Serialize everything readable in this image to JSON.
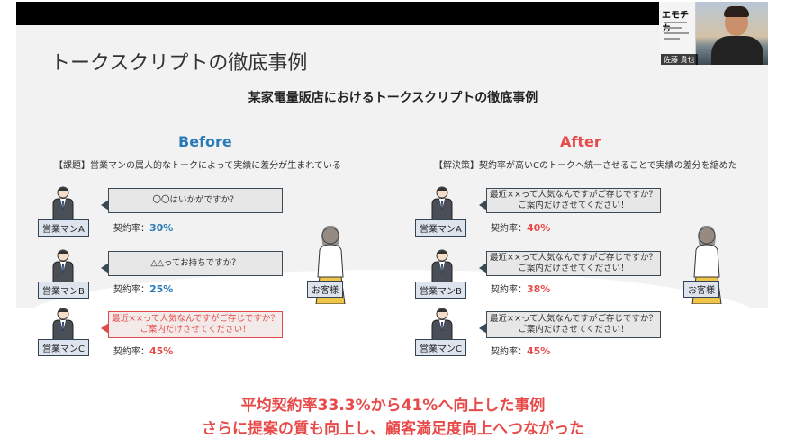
{
  "slide": {
    "title": "トークスクリプトの徹底事例",
    "subtitle": "某家電量販店におけるトークスクリプトの徹底事例"
  },
  "video": {
    "logo_text": "エモチカ",
    "name_tag": "佐藤 貴也"
  },
  "before": {
    "heading": "Before",
    "note": "【課題】営業マンの属人的なトークによって実績に差分が生まれている",
    "rows": [
      {
        "label": "営業マンA",
        "speech": "〇〇はいかがですか？",
        "rate_label": "契約率：",
        "rate": "30%"
      },
      {
        "label": "営業マンB",
        "speech": "△△ってお持ちですか？",
        "rate_label": "契約率：",
        "rate": "25%"
      },
      {
        "label": "営業マンC",
        "speech": "最近××って人気なんですがご存じですか？\nご案内だけさせてください！",
        "rate_label": "契約率：",
        "rate": "45%"
      }
    ],
    "customer": "お客様"
  },
  "after": {
    "heading": "After",
    "note": "【解決策】契約率が高いCのトークへ統一させることで実績の差分を縮めた",
    "rows": [
      {
        "label": "営業マンA",
        "speech": "最近××って人気なんですがご存じですか？\nご案内だけさせてください！",
        "rate_label": "契約率：",
        "rate": "40%"
      },
      {
        "label": "営業マンB",
        "speech": "最近××って人気なんですがご存じですか？\nご案内だけさせてください！",
        "rate_label": "契約率：",
        "rate": "38%"
      },
      {
        "label": "営業マンC",
        "speech": "最近××って人気なんですがご存じですか？\nご案内だけさせてください！",
        "rate_label": "契約率：",
        "rate": "45%"
      }
    ],
    "customer": "お客様"
  },
  "conclusion": {
    "line1": "平均契約率33.3%から41%へ向上した事例",
    "line2": "さらに提案の質も向上し、顧客満足度向上へつながった"
  },
  "colors": {
    "accent_blue": "#2a7ab8",
    "accent_red": "#e84a4a"
  }
}
